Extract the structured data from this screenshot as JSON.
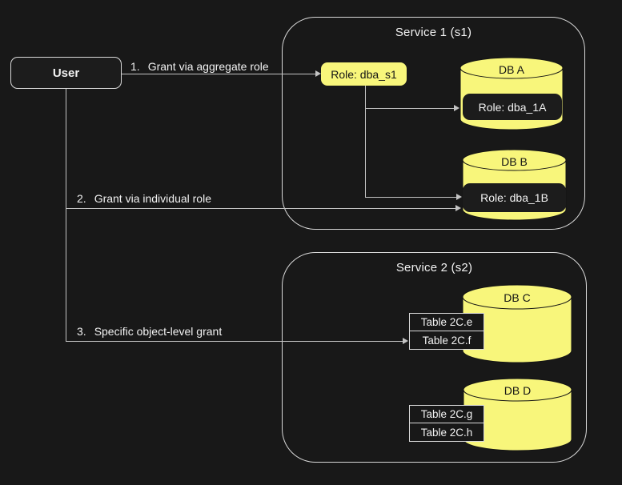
{
  "colors": {
    "bg": "#181818",
    "node_bg": "#1c1c1c",
    "db_fill": "#f8f67b",
    "db_stroke": "#141414",
    "border": "#d9d9d9",
    "line": "#c4c4c4",
    "text": "#f2f2f2",
    "text_on_yellow": "#141414"
  },
  "user": {
    "label": "User"
  },
  "grants": [
    {
      "number": "1.",
      "label": "Grant via aggregate role"
    },
    {
      "number": "2.",
      "label": "Grant via individual role"
    },
    {
      "number": "3.",
      "label": "Specific object-level grant"
    }
  ],
  "services": [
    {
      "title": "Service 1 (s1)",
      "aggregate_role": "Role: dba_s1",
      "databases": [
        {
          "name": "DB A",
          "role": "Role: dba_1A"
        },
        {
          "name": "DB B",
          "role": "Role: dba_1B"
        }
      ]
    },
    {
      "title": "Service 2 (s2)",
      "databases": [
        {
          "name": "DB C",
          "tables": [
            "Table 2C.e",
            "Table 2C.f"
          ]
        },
        {
          "name": "DB D",
          "tables": [
            "Table 2C.g",
            "Table 2C.h"
          ]
        }
      ]
    }
  ]
}
